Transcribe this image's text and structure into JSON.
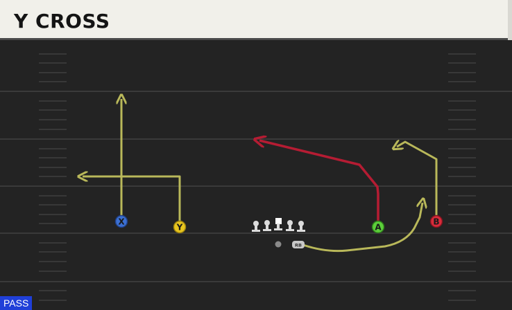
{
  "play": {
    "title": "Y CROSS",
    "type_badge": "PASS"
  },
  "players": {
    "x": {
      "label": "X",
      "color": "#3b6fd1"
    },
    "y": {
      "label": "Y",
      "color": "#e8c51e"
    },
    "a": {
      "label": "A",
      "color": "#5ccf3a"
    },
    "b": {
      "label": "B",
      "color": "#d92b3a"
    },
    "rb": {
      "label": "RB"
    }
  },
  "colors": {
    "route_default": "#b9b85a",
    "route_primary": "#b51c33",
    "field": "#232323",
    "yard_line": "#3a3a3a",
    "hash": "#383838",
    "header_bg": "#f1f0ea",
    "badge_bg": "#1f3fd8"
  }
}
